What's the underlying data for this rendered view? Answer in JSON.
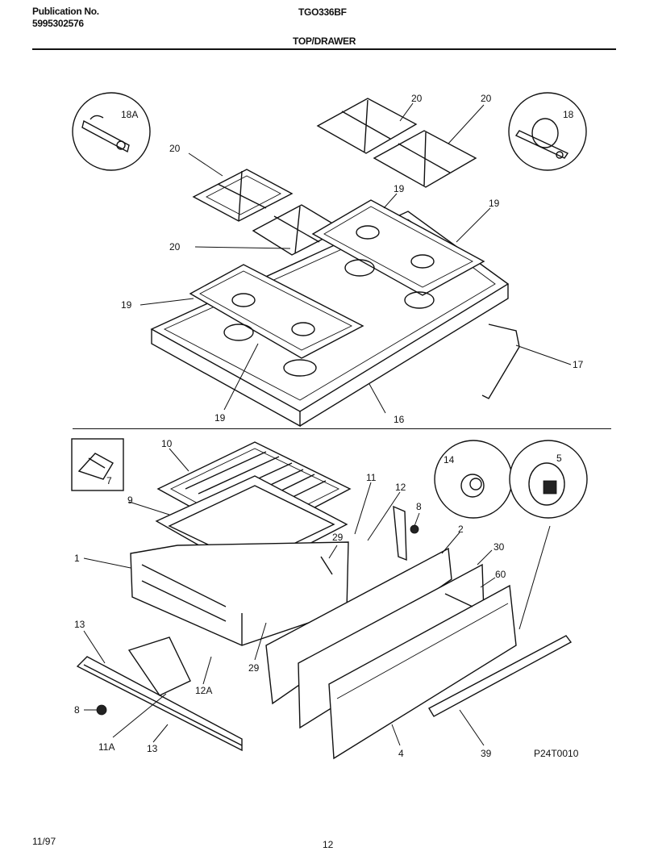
{
  "header": {
    "publication_label": "Publication No.",
    "publication_number": "5995302576",
    "model": "TGO336BF",
    "section": "TOP/DRAWER"
  },
  "footer": {
    "date": "11/97",
    "page": "12"
  },
  "diagram": {
    "code": "P24T0010",
    "callouts": [
      "18A",
      "18",
      "20",
      "20",
      "20",
      "20",
      "19",
      "19",
      "19",
      "19",
      "17",
      "16",
      "10",
      "7",
      "9",
      "1",
      "11",
      "12",
      "8",
      "14",
      "5",
      "2",
      "30",
      "60",
      "29",
      "29",
      "13",
      "12A",
      "8",
      "11A",
      "13",
      "4",
      "39"
    ]
  }
}
